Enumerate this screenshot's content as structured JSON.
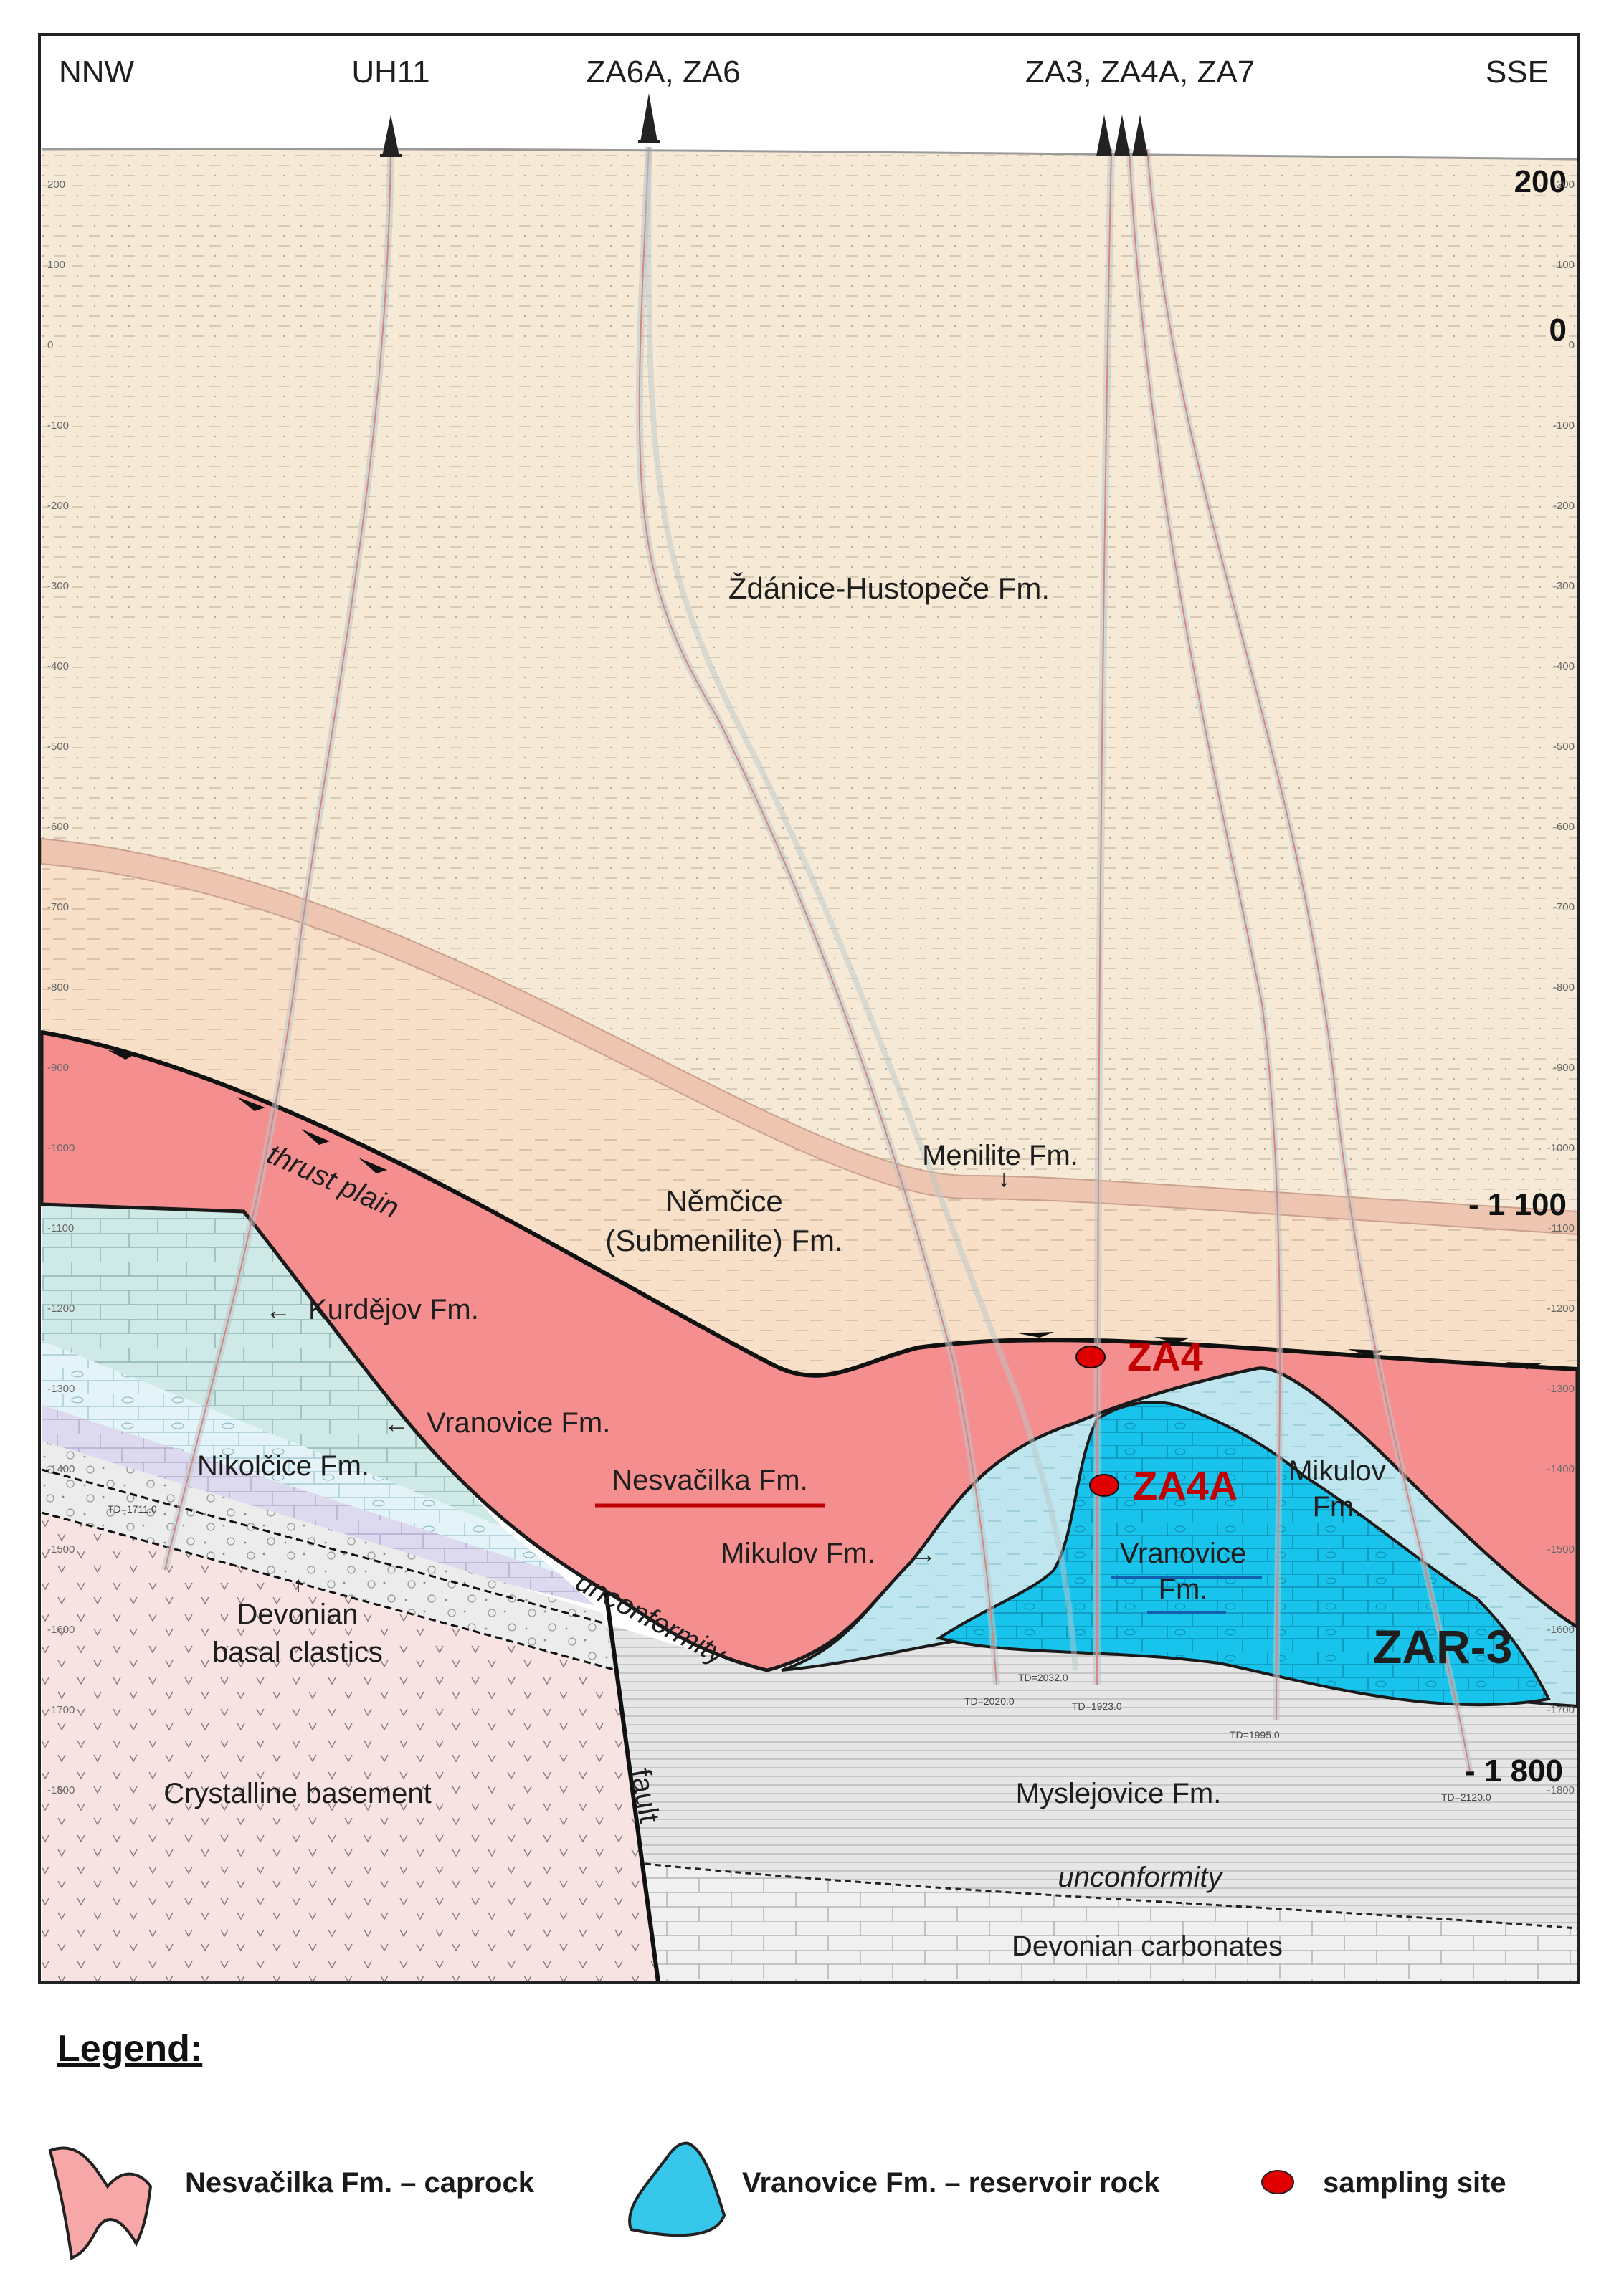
{
  "orientation": {
    "left": "NNW",
    "right": "SSE"
  },
  "wells": [
    {
      "label": "UH11"
    },
    {
      "label": "ZA6A, ZA6"
    },
    {
      "label": "ZA3, ZA4A, ZA7"
    }
  ],
  "depth_scale_major": {
    "top": "200",
    "zero": "0",
    "mid": "- 1 100",
    "bottom": "- 1 800"
  },
  "depth_ticks": [
    "200",
    "100",
    "0",
    "-100",
    "-200",
    "-300",
    "-400",
    "-500",
    "-600",
    "-700",
    "-800",
    "-900",
    "-1000",
    "-1100",
    "-1200",
    "-1300",
    "-1400",
    "-1500",
    "-1600",
    "-1700",
    "-1800"
  ],
  "formations": {
    "zdanice": "Ždánice-Hustopeče Fm.",
    "menilite": "Menilite Fm.",
    "nemcice_1": "Němčice",
    "nemcice_2": "(Submenilite) Fm.",
    "thrust": "thrust plain",
    "kurdejov": "Kurdějov Fm.",
    "vranovice_left": "Vranovice Fm.",
    "nikolcice": "Nikolčice Fm.",
    "nesvacilka": "Nesvačilka Fm.",
    "mikulov_left": "Mikulov Fm.",
    "mikulov_right_1": "Mikulov",
    "mikulov_right_2": "Fm.",
    "vranovice_center_1": "Vranovice",
    "vranovice_center_2": "Fm.",
    "devonian_basal_1": "Devonian",
    "devonian_basal_2": "basal clastics",
    "unconformity_1": "unconformity",
    "unconformity_2": "unconformity",
    "crystalline": "Crystalline basement",
    "fault": "fault",
    "myslejovice": "Myslejovice Fm.",
    "devonian_carb": "Devonian carbonates",
    "zar3": "ZAR-3"
  },
  "samples": [
    {
      "label": "ZA4"
    },
    {
      "label": "ZA4A"
    }
  ],
  "td_labels": [
    "TD=1711.0",
    "TD=2032.0",
    "TD=2020.0",
    "TD=1923.0",
    "TD=1995.0",
    "TD=2120.0"
  ],
  "legend": {
    "title": "Legend:",
    "items": [
      {
        "label": "Nesvačilka Fm. – caprock",
        "icon": "caprock-swatch-icon",
        "color": "#f7a7a7"
      },
      {
        "label": "Vranovice Fm. – reservoir rock",
        "icon": "reservoir-swatch-icon",
        "color": "#36c6ea"
      },
      {
        "label": "sampling site",
        "icon": "sampling-site-icon",
        "color": "#e00000"
      }
    ]
  },
  "colors": {
    "zdanice": "#f6ead7",
    "nemcice": "#f7dfc8",
    "menilite": "#efc9b4",
    "nesvacilka": "#f58f8f",
    "kurdejov": "#cfe9e6",
    "vranovice": "#18c3ec",
    "mikulov": "#b9e4ef",
    "nikolcice": "#ddd9ee",
    "devonian_basal": "#ededed",
    "crystalline": "#f7e4e2",
    "myslejovice": "#dcdcdc",
    "carbonates": "#eeeeee",
    "sample_dot": "#e00000",
    "sample_text": "#c20000"
  }
}
